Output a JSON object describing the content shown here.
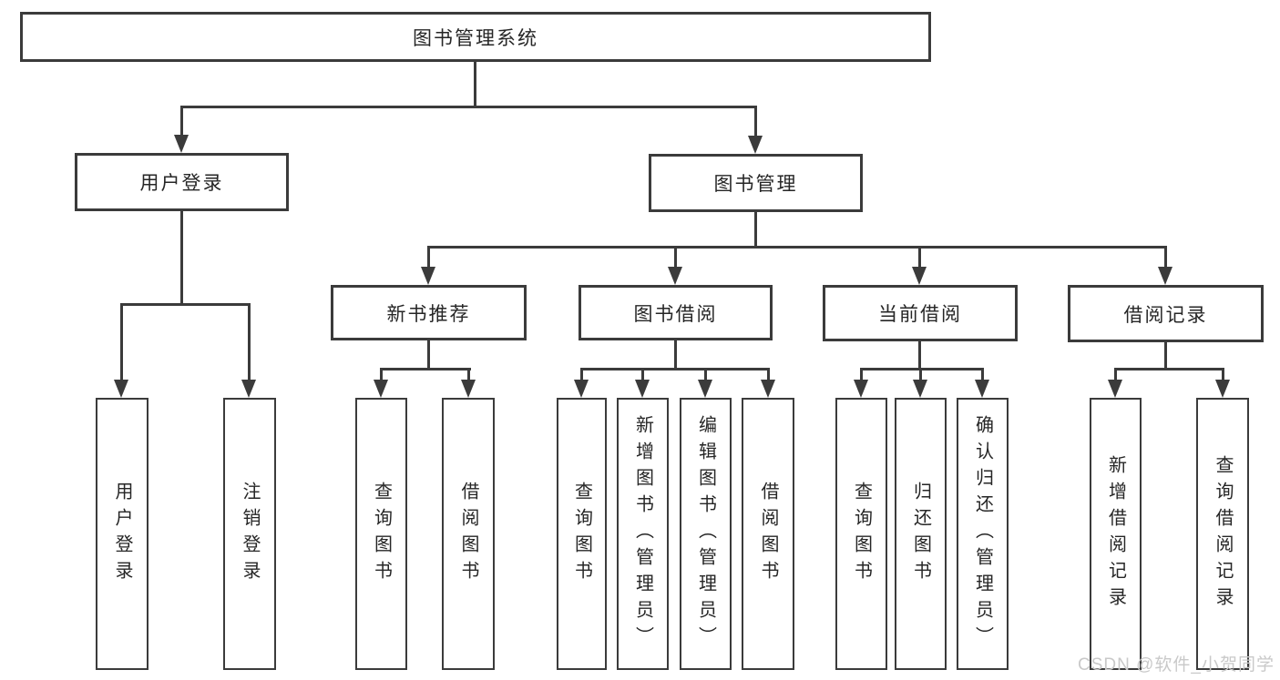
{
  "diagram": {
    "root_label": "图书管理系统",
    "level2": [
      {
        "label": "用户登录"
      },
      {
        "label": "图书管理"
      }
    ],
    "level3": [
      {
        "label": "新书推荐"
      },
      {
        "label": "图书借阅"
      },
      {
        "label": "当前借阅"
      },
      {
        "label": "借阅记录"
      }
    ],
    "leaves": {
      "user": [
        "用户登录",
        "注销登录"
      ],
      "newbook": [
        "查询图书",
        "借阅图书"
      ],
      "borrow": [
        "查询图书",
        "新增图书（管理员）",
        "编辑图书（管理员）",
        "借阅图书"
      ],
      "current": [
        "查询图书",
        "归还图书",
        "确认归还（管理员）"
      ],
      "record": [
        "新增借阅记录",
        "查询借阅记录"
      ]
    },
    "watermark": "CSDN @软件_小贺同学",
    "colors": {
      "line": "#3b3b3b",
      "text": "#262626",
      "watermark": "#c9c9c9",
      "background": "#ffffff"
    }
  }
}
